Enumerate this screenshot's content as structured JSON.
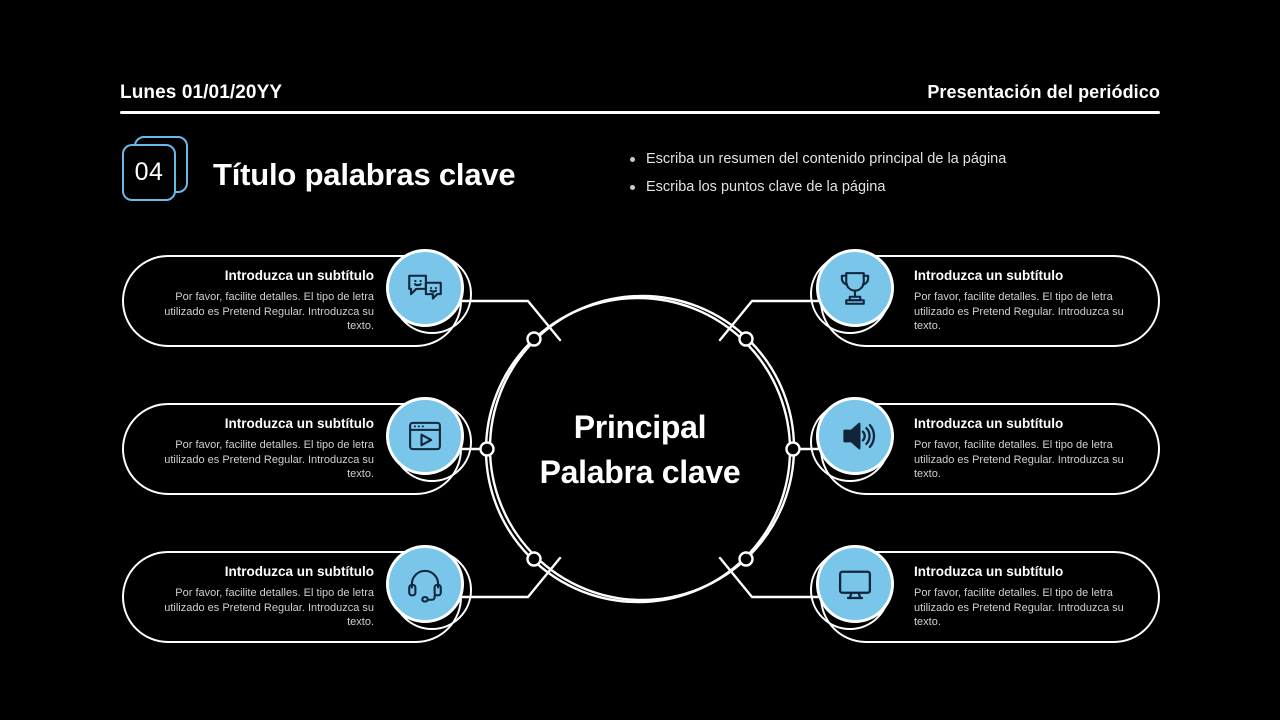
{
  "header": {
    "date": "Lunes 01/01/20YY",
    "right_label": "Presentación del periódico"
  },
  "title_block": {
    "badge_number": "04",
    "title": "Título palabras clave",
    "bullets": [
      "Escriba un resumen del contenido principal de la página",
      "Escriba los puntos clave de la página"
    ]
  },
  "center": {
    "line1": "Principal",
    "line2": "Palabra clave"
  },
  "colors": {
    "background": "#000000",
    "accent_blue": "#79c6ea",
    "badge_blue": "#6cb8e8",
    "stroke_white": "#ffffff",
    "body_text": "#d0d0d0"
  },
  "cards": [
    {
      "side": "left",
      "icon": "chat-bubbles-icon",
      "subtitle": "Introduzca un subtítulo",
      "desc_line1": "Por favor, facilite detalles. El tipo de letra",
      "desc_line2": "utilizado es Pretend Regular. Introduzca su texto."
    },
    {
      "side": "left",
      "icon": "video-player-window-icon",
      "subtitle": "Introduzca un subtítulo",
      "desc_line1": "Por favor, facilite detalles. El tipo de letra",
      "desc_line2": "utilizado es Pretend Regular. Introduzca su texto."
    },
    {
      "side": "left",
      "icon": "headset-icon",
      "subtitle": "Introduzca un subtítulo",
      "desc_line1": "Por favor, facilite detalles. El tipo de letra",
      "desc_line2": "utilizado es Pretend Regular. Introduzca su texto."
    },
    {
      "side": "right",
      "icon": "trophy-icon",
      "subtitle": "Introduzca un subtítulo",
      "desc_line1": "Por favor, facilite detalles. El tipo de letra",
      "desc_line2": "utilizado es Pretend Regular. Introduzca su texto."
    },
    {
      "side": "right",
      "icon": "speaker-volume-icon",
      "subtitle": "Introduzca un subtítulo",
      "desc_line1": "Por favor, facilite detalles. El tipo de letra",
      "desc_line2": "utilizado es Pretend Regular. Introduzca su texto."
    },
    {
      "side": "right",
      "icon": "monitor-icon",
      "subtitle": "Introduzca un subtítulo",
      "desc_line1": "Por favor, facilite detalles. El tipo de letra",
      "desc_line2": "utilizado es Pretend Regular. Introduzca su texto."
    }
  ]
}
